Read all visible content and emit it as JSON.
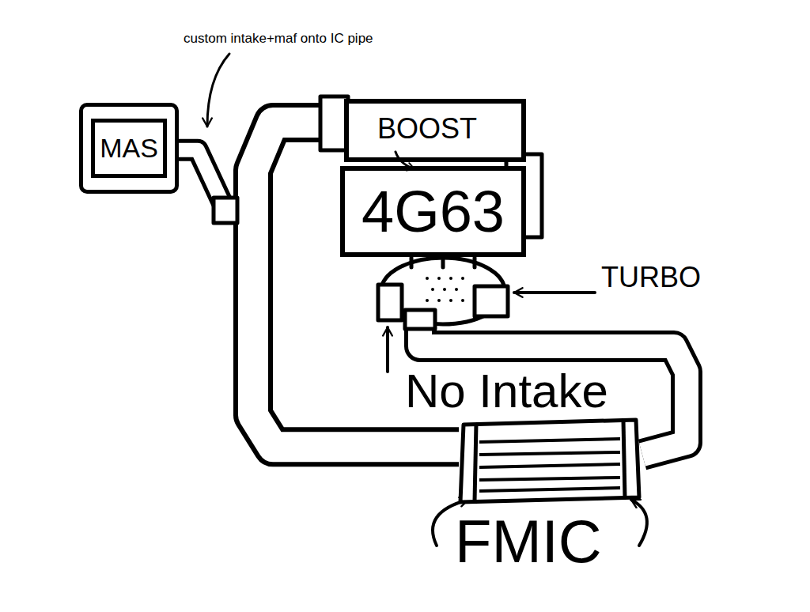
{
  "diagram": {
    "nodes": [
      {
        "text": [
          "MAS"
        ]
      },
      {
        "text": [
          "BOOST"
        ]
      },
      {
        "text": [
          "4G63"
        ]
      },
      {
        "text": [
          "FMIC"
        ]
      }
    ],
    "edges": [
      {
        "from": 3,
        "to": 1,
        "arrow": "none"
      },
      {
        "from": 0,
        "to": 1,
        "arrow": "none"
      }
    ],
    "labels": [
      "custom intake+maf onto IC pipe",
      "TURBO",
      "No Intake"
    ]
  }
}
